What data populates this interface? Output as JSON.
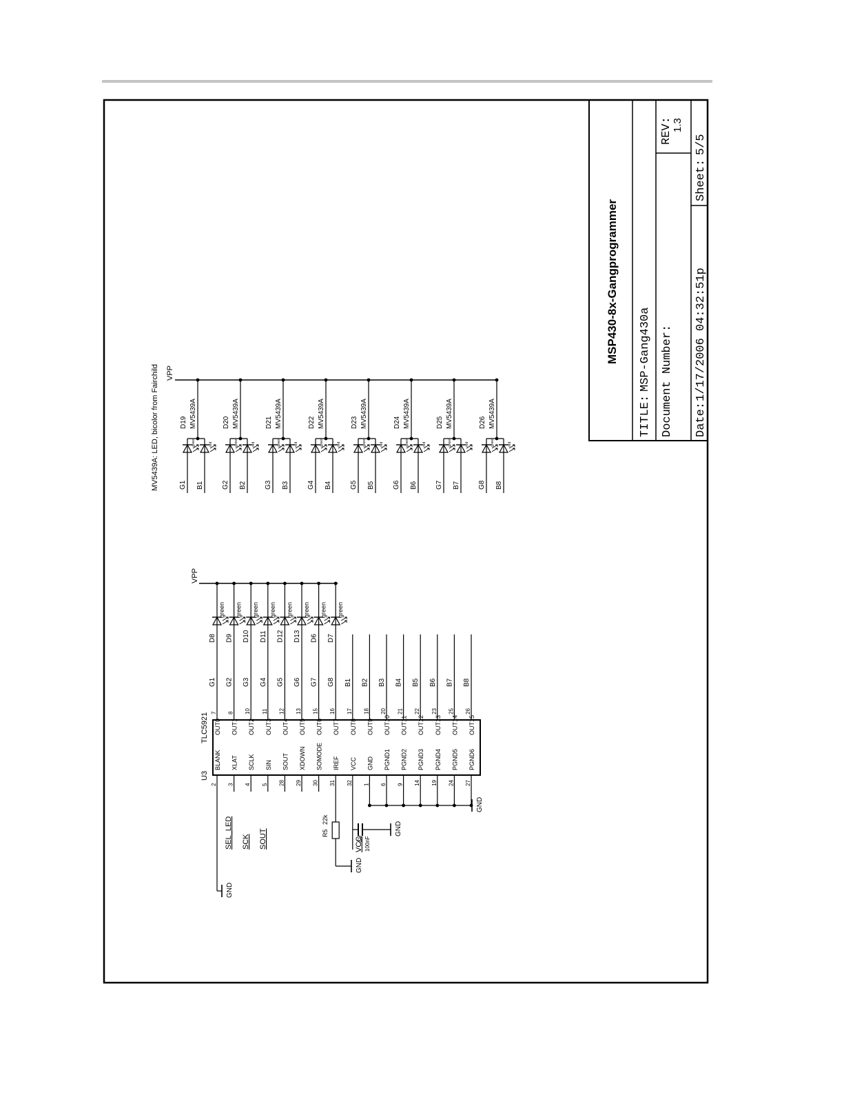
{
  "title_block": {
    "project": "MSP430-8x-Gangprogrammer",
    "title_label": "TITLE:",
    "title_value": "MSP-Gang430a",
    "docnum_label": "Document Number:",
    "rev_label": "REV:",
    "rev_value": "1.3",
    "date_label": "Date:",
    "date_value": "1/17/2006 04:32:51p",
    "sheet_label": "Sheet:",
    "sheet_value": "5/5"
  },
  "led_note": "MV5439A: LED, bicolor from Fairchild",
  "vpp_label": "VPP",
  "bicolor_leds": [
    {
      "ref": "D19",
      "part": "MV5439A",
      "g": "G1",
      "b": "B1"
    },
    {
      "ref": "D20",
      "part": "MV5439A",
      "g": "G2",
      "b": "B2"
    },
    {
      "ref": "D21",
      "part": "MV5439A",
      "g": "G3",
      "b": "B3"
    },
    {
      "ref": "D22",
      "part": "MV5439A",
      "g": "G4",
      "b": "B4"
    },
    {
      "ref": "D23",
      "part": "MV5439A",
      "g": "G5",
      "b": "B5"
    },
    {
      "ref": "D24",
      "part": "MV5439A",
      "g": "G6",
      "b": "B6"
    },
    {
      "ref": "D25",
      "part": "MV5439A",
      "g": "G7",
      "b": "B7"
    },
    {
      "ref": "D26",
      "part": "MV5439A",
      "g": "G8",
      "b": "B8"
    }
  ],
  "led_green_label": "green",
  "led_red_label": "red",
  "green_leds": [
    {
      "ref": "D8",
      "color": "green"
    },
    {
      "ref": "D9",
      "color": "green"
    },
    {
      "ref": "D10",
      "color": "green"
    },
    {
      "ref": "D11",
      "color": "green"
    },
    {
      "ref": "D12",
      "color": "green"
    },
    {
      "ref": "D13",
      "color": "green"
    },
    {
      "ref": "D6",
      "color": "green"
    },
    {
      "ref": "D7",
      "color": "green"
    }
  ],
  "chip": {
    "ref": "U3",
    "part": "TLC5921",
    "left_pins": [
      {
        "num": "2",
        "name": "BLANK"
      },
      {
        "num": "3",
        "name": "XLAT"
      },
      {
        "num": "4",
        "name": "SCLK"
      },
      {
        "num": "5",
        "name": "SIN"
      },
      {
        "num": "28",
        "name": "SOUT"
      },
      {
        "num": "29",
        "name": "XDOWN"
      },
      {
        "num": "30",
        "name": "SOMODE"
      },
      {
        "num": "31",
        "name": "IREF"
      },
      {
        "num": "32",
        "name": "VCC"
      },
      {
        "num": "1",
        "name": "GND"
      },
      {
        "num": "6",
        "name": "PGND1"
      },
      {
        "num": "9",
        "name": "PGND2"
      },
      {
        "num": "14",
        "name": "PGND3"
      },
      {
        "num": "19",
        "name": "PGND4"
      },
      {
        "num": "24",
        "name": "PGND5"
      },
      {
        "num": "27",
        "name": "PGND6"
      }
    ],
    "right_pins": [
      {
        "num": "7",
        "name": "OUT0",
        "net": "G1"
      },
      {
        "num": "8",
        "name": "OUT1",
        "net": "G2"
      },
      {
        "num": "10",
        "name": "OUT2",
        "net": "G3"
      },
      {
        "num": "11",
        "name": "OUT3",
        "net": "G4"
      },
      {
        "num": "12",
        "name": "OUT4",
        "net": "G5"
      },
      {
        "num": "13",
        "name": "OUT5",
        "net": "G6"
      },
      {
        "num": "15",
        "name": "OUT6",
        "net": "G7"
      },
      {
        "num": "16",
        "name": "OUT7",
        "net": "G8"
      },
      {
        "num": "17",
        "name": "OUT8",
        "net": "B1"
      },
      {
        "num": "18",
        "name": "OUT9",
        "net": "B2"
      },
      {
        "num": "20",
        "name": "OUT10",
        "net": "B3"
      },
      {
        "num": "21",
        "name": "OUT11",
        "net": "B4"
      },
      {
        "num": "22",
        "name": "OUT12",
        "net": "B5"
      },
      {
        "num": "23",
        "name": "OUT13",
        "net": "B6"
      },
      {
        "num": "25",
        "name": "OUT14",
        "net": "B7"
      },
      {
        "num": "26",
        "name": "OUT15",
        "net": "B8"
      }
    ]
  },
  "signals": {
    "sel_led": "SEL_LED",
    "sck": "SCK",
    "sout": "SOUT",
    "vcc": "VCC",
    "gnd": "GND"
  },
  "resistor": {
    "ref": "R5",
    "value": "22k"
  },
  "capacitor": {
    "ref": "C9",
    "value": "100nF"
  }
}
